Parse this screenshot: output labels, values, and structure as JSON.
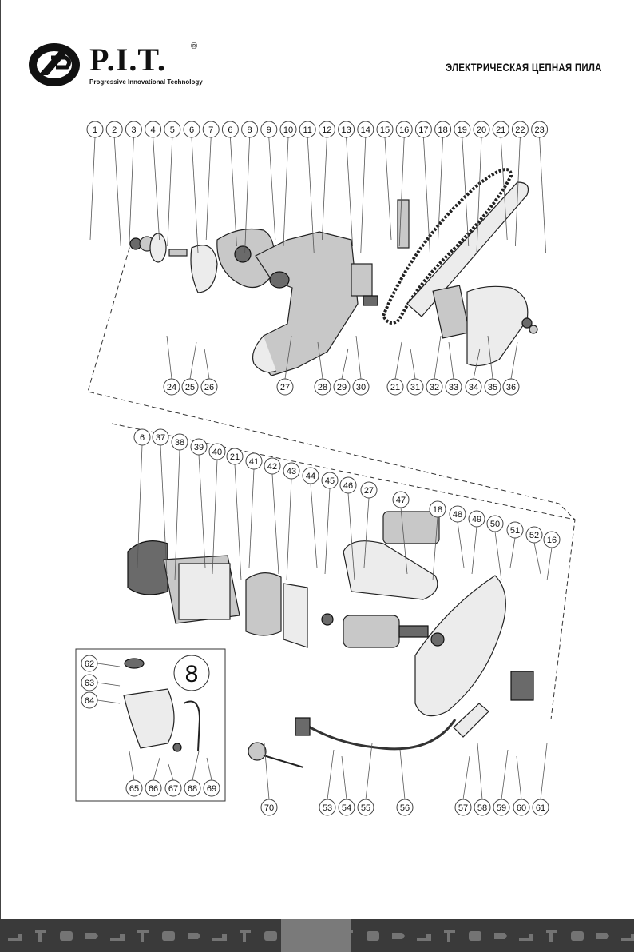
{
  "header": {
    "brand": "P.I.T.",
    "registered": "®",
    "tagline": "Progressive Innovational Technology",
    "title": "ЭЛЕКТРИЧЕСКАЯ ЦЕПНАЯ ПИЛА"
  },
  "inset": {
    "label": "8"
  },
  "parts": {
    "top_row": [
      "1",
      "2",
      "3",
      "4",
      "5",
      "6",
      "7",
      "6",
      "8",
      "9",
      "10",
      "11",
      "12",
      "13",
      "14",
      "15",
      "16",
      "17",
      "18",
      "19",
      "20",
      "21",
      "22",
      "23"
    ],
    "upper_bottom": [
      "24",
      "25",
      "26",
      "27",
      "28",
      "29",
      "30",
      "21",
      "31",
      "32",
      "33",
      "34",
      "35",
      "36"
    ],
    "lower_top": [
      "6",
      "37",
      "38",
      "39",
      "40",
      "21",
      "41",
      "42",
      "43",
      "44",
      "45",
      "46",
      "27",
      "47",
      "18",
      "48",
      "49",
      "50",
      "51",
      "52",
      "16"
    ],
    "inset_left": [
      "62",
      "63",
      "64"
    ],
    "inset_bottom": [
      "65",
      "66",
      "67",
      "68",
      "69"
    ],
    "lower_bottom": [
      "70",
      "53",
      "54",
      "55",
      "56",
      "57",
      "58",
      "59",
      "60",
      "61"
    ]
  },
  "footer": {
    "page_number": ""
  },
  "colors": {
    "footer_bg": "#3a3a3a",
    "page_tab": "#7a7a7a"
  }
}
